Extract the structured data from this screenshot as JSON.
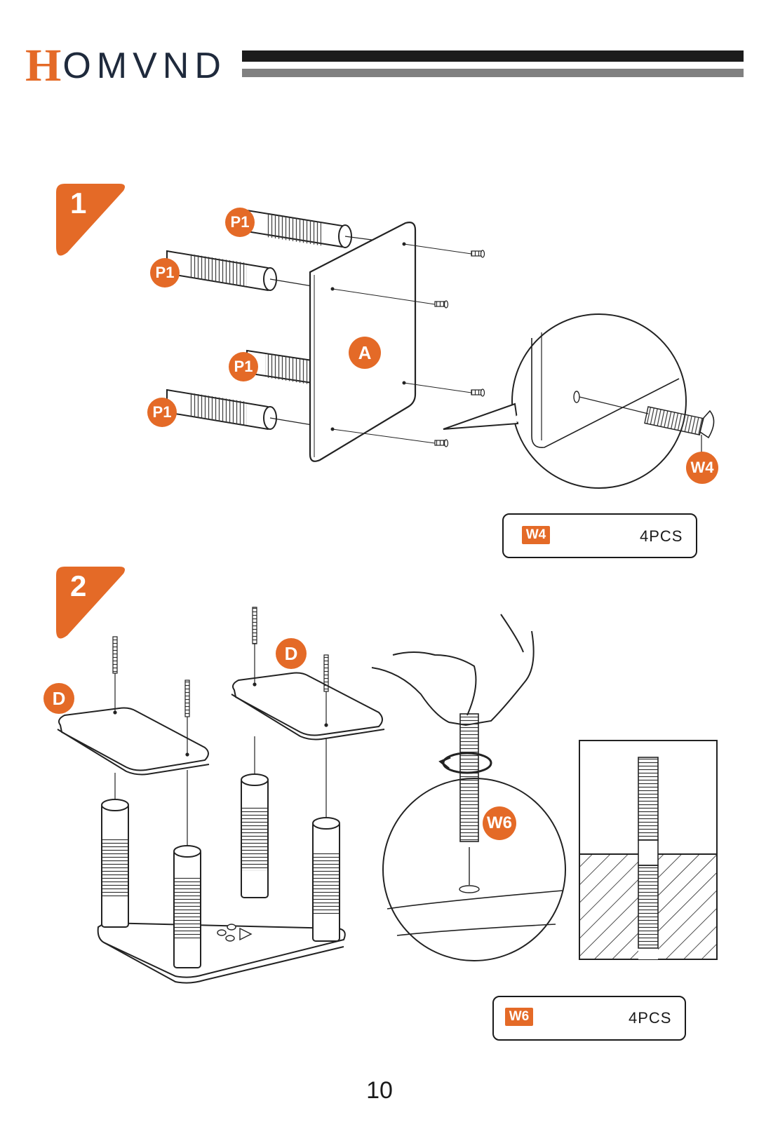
{
  "brand": {
    "initial": "H",
    "rest": "OMVND",
    "accent_color": "#e46a27",
    "text_color": "#1f2a3c"
  },
  "steps": [
    {
      "number": "1"
    },
    {
      "number": "2"
    }
  ],
  "labels": {
    "p1": "P1",
    "a": "A",
    "d": "D",
    "w4": "W4",
    "w6": "W6"
  },
  "parts": [
    {
      "code": "W4",
      "qty": "4PCS",
      "icon": "flat-head-screw-icon"
    },
    {
      "code": "W6",
      "qty": "4PCS",
      "icon": "double-threaded-rod-icon"
    }
  ],
  "page_number": "10"
}
